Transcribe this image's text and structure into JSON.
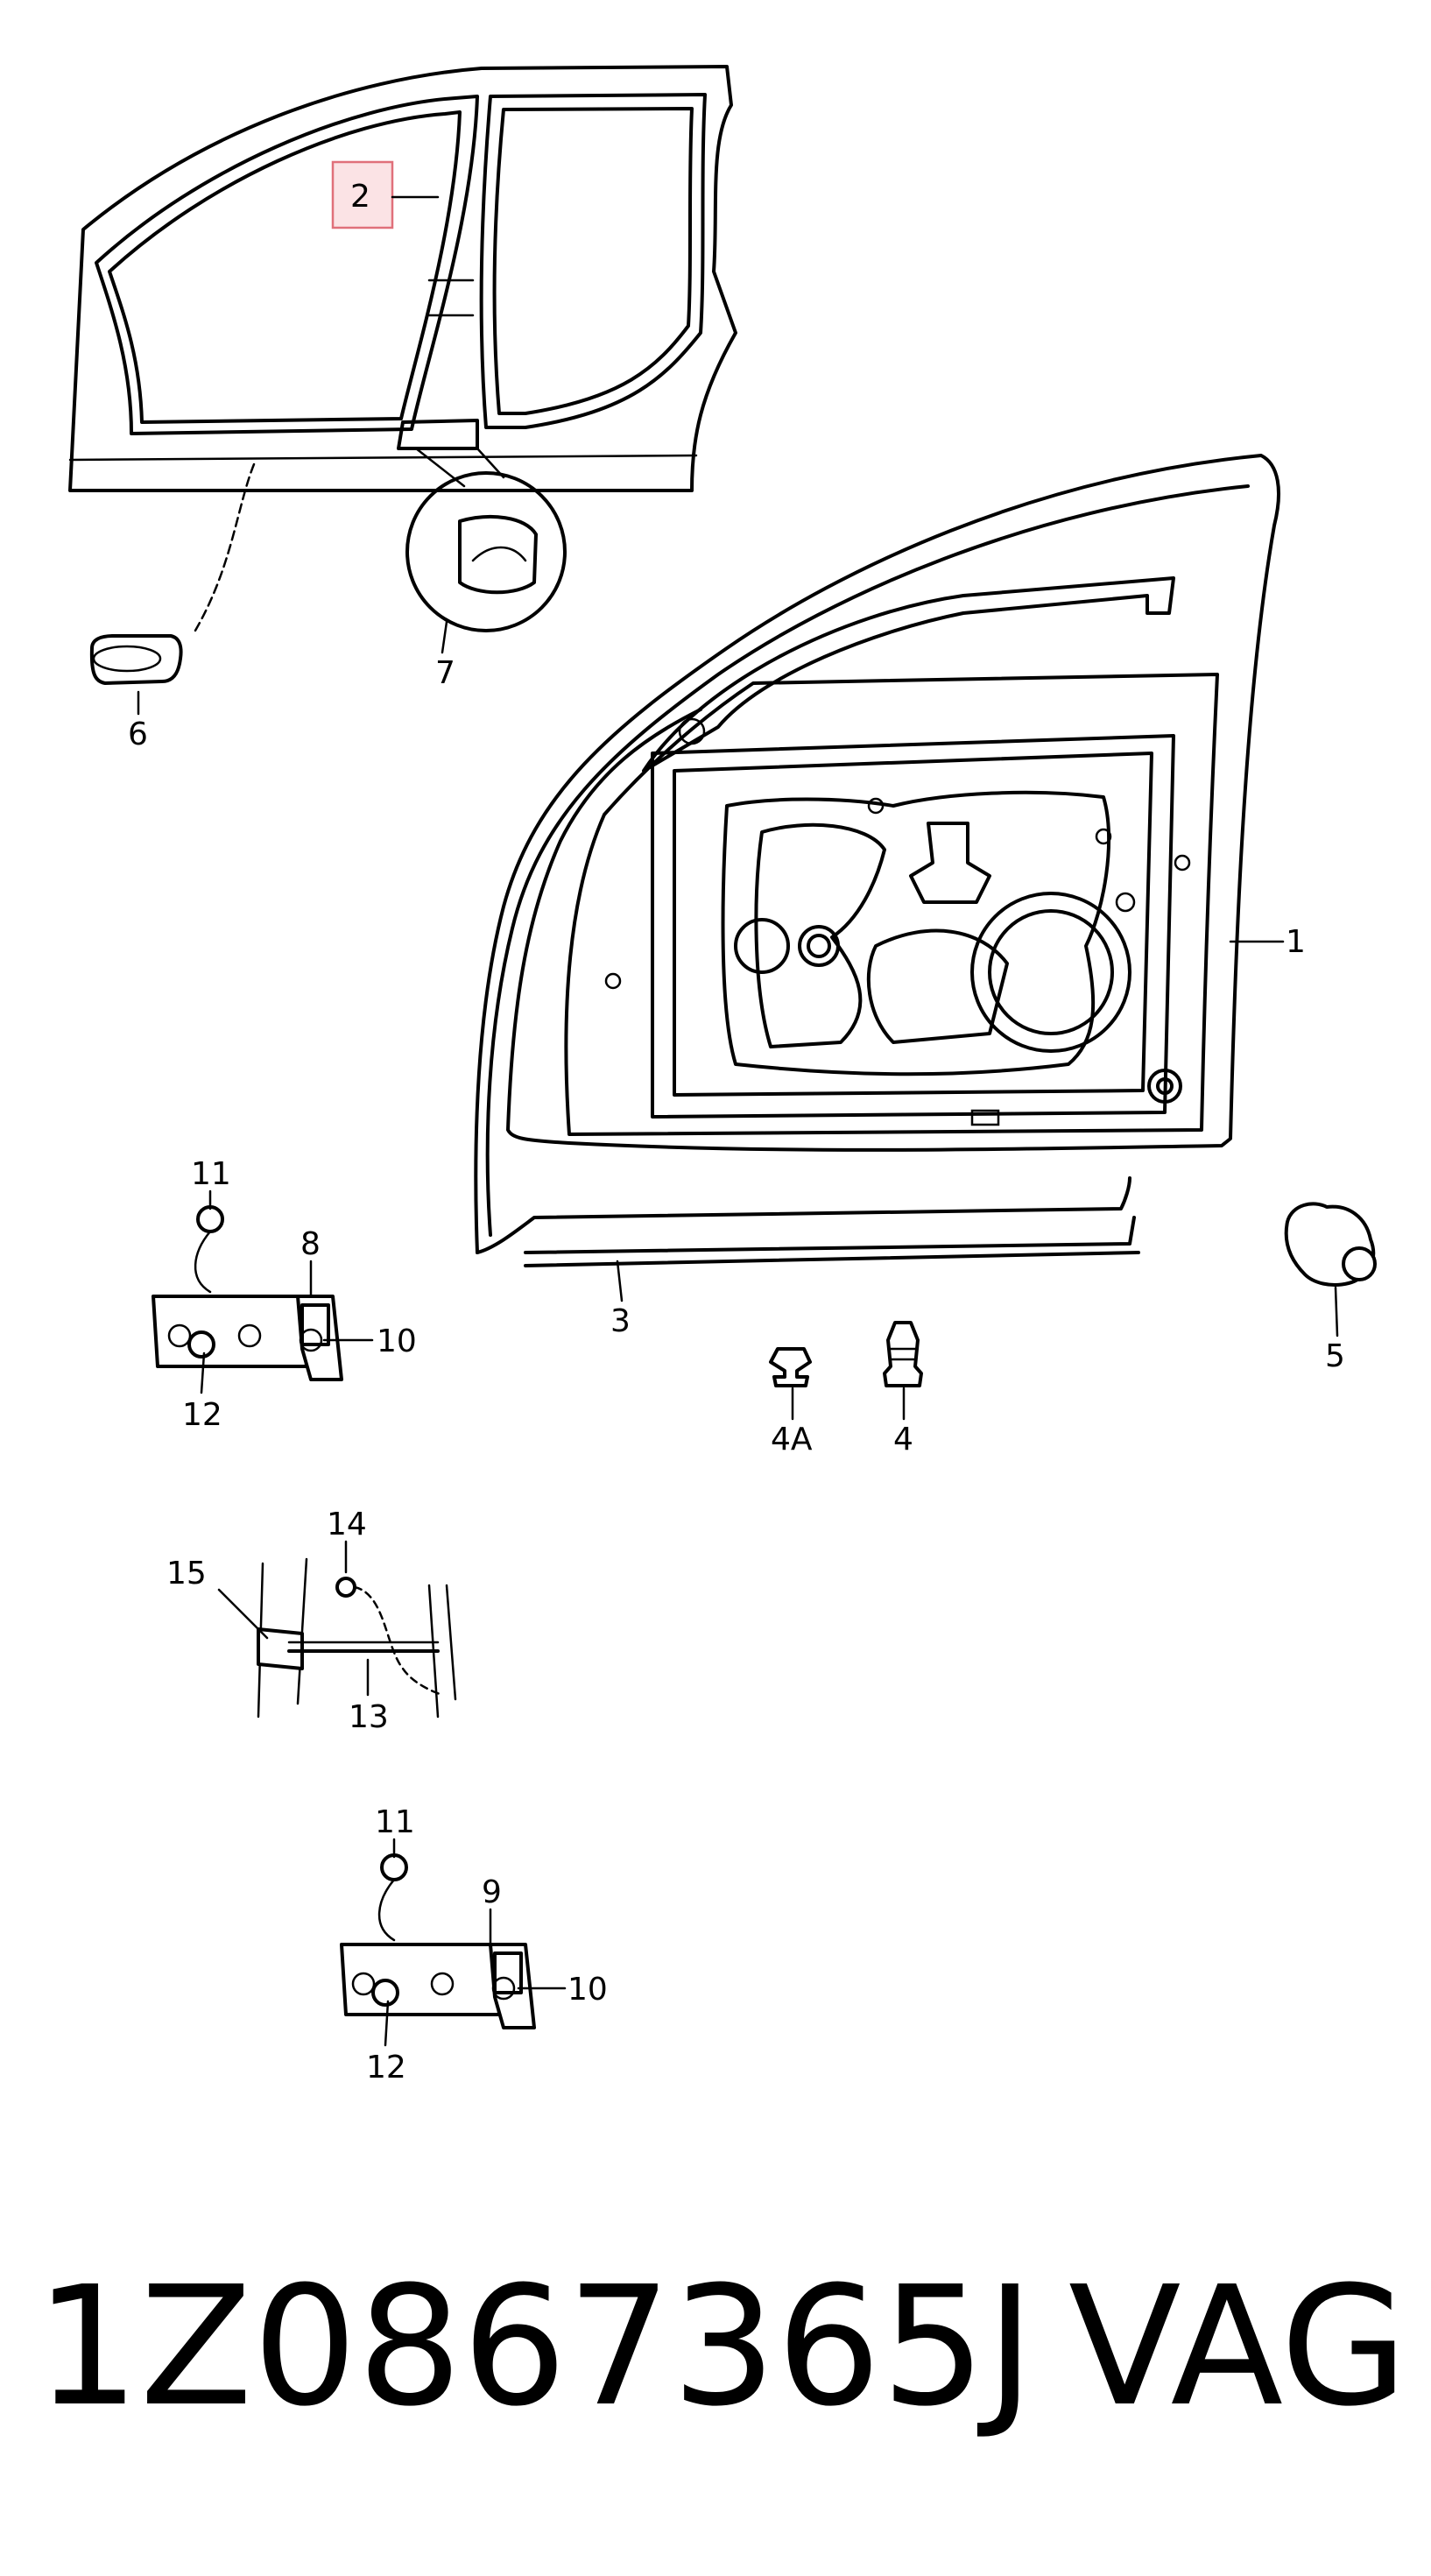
{
  "highlight_color": "#e0707a",
  "highlight_fill": "#fbe3e5",
  "callouts": {
    "c1": "1",
    "c2": "2",
    "c3": "3",
    "c4": "4",
    "c4a": "4A",
    "c5": "5",
    "c6": "6",
    "c7": "7",
    "c8": "8",
    "c9": "9",
    "c10a": "10",
    "c10b": "10",
    "c11a": "11",
    "c11b": "11",
    "c12a": "12",
    "c12b": "12",
    "c13": "13",
    "c14": "14",
    "c15": "15"
  },
  "caption": {
    "part_number": "1Z0867365J",
    "brand": "VAG"
  }
}
